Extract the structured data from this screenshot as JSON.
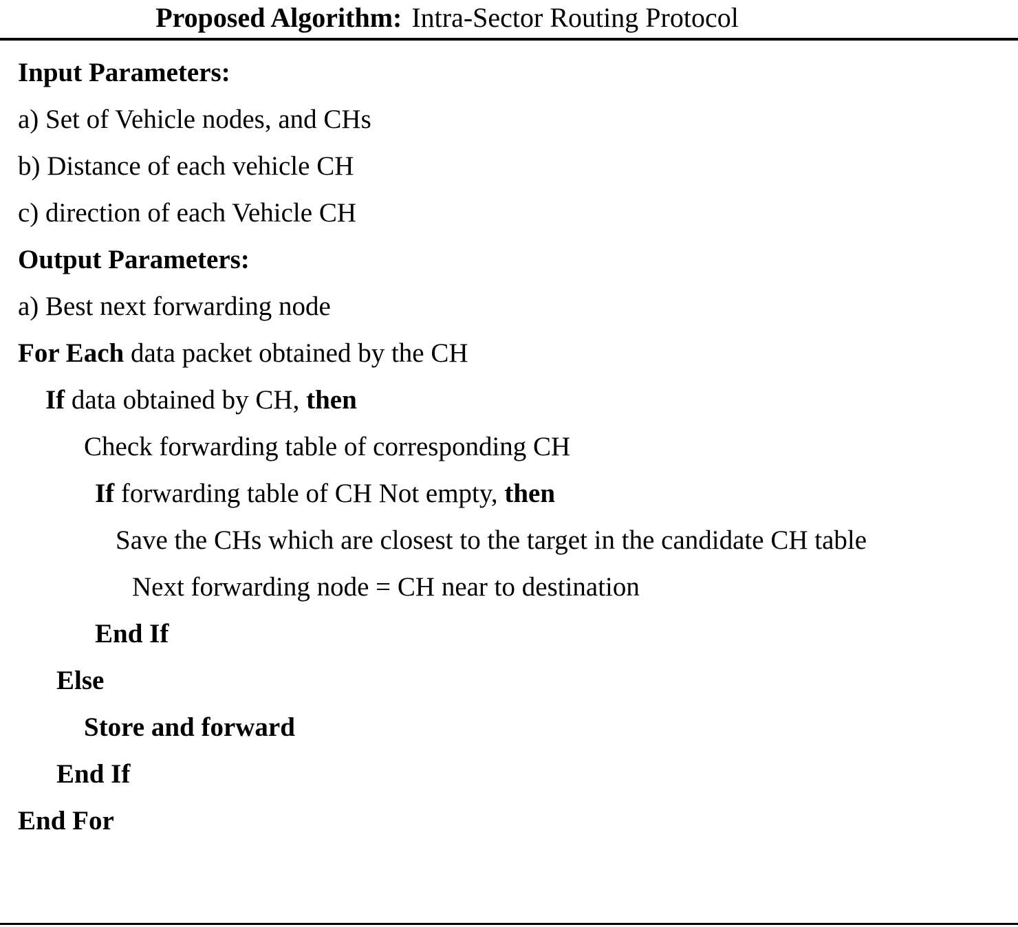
{
  "title": {
    "label_bold": "Proposed Algorithm:",
    "label_normal": "Intra-Sector Routing Protocol"
  },
  "colors": {
    "text": "#000000",
    "background": "#ffffff",
    "rule": "#000000"
  },
  "body": {
    "lines": [
      {
        "indent": 0,
        "bold_all": true,
        "pre": "Input Parameters:",
        "mid": "",
        "post": ""
      },
      {
        "indent": 0,
        "bold_all": false,
        "pre": "",
        "mid": "a) Set of Vehicle nodes, and CHs",
        "post": ""
      },
      {
        "indent": 0,
        "bold_all": false,
        "pre": "",
        "mid": "b) Distance of each vehicle CH",
        "post": ""
      },
      {
        "indent": 0,
        "bold_all": false,
        "pre": "",
        "mid": "c) direction of each Vehicle CH",
        "post": ""
      },
      {
        "indent": 0,
        "bold_all": true,
        "pre": "Output Parameters:",
        "mid": "",
        "post": ""
      },
      {
        "indent": 0,
        "bold_all": false,
        "pre": "",
        "mid": "a) Best next forwarding node",
        "post": ""
      },
      {
        "indent": 0,
        "bold_all": false,
        "pre": "For Each",
        "mid": " data packet obtained by the CH",
        "post": ""
      },
      {
        "indent": 1,
        "bold_all": false,
        "pre": "If",
        "mid": " data obtained by CH, ",
        "post": "then"
      },
      {
        "indent": 3,
        "bold_all": false,
        "pre": "",
        "mid": "Check forwarding table of corresponding CH",
        "post": ""
      },
      {
        "indent": 4,
        "bold_all": false,
        "pre": "If",
        "mid": " forwarding table of CH Not empty, ",
        "post": "then"
      },
      {
        "indent": 5,
        "bold_all": false,
        "pre": "",
        "mid": "Save the CHs which are closest to the target in the candidate CH table",
        "post": ""
      },
      {
        "indent": 6,
        "bold_all": false,
        "pre": "",
        "mid": "Next forwarding node = CH near to destination",
        "post": ""
      },
      {
        "indent": 4,
        "bold_all": true,
        "pre": "End If",
        "mid": "",
        "post": ""
      },
      {
        "indent": 2,
        "bold_all": true,
        "pre": "Else",
        "mid": "",
        "post": ""
      },
      {
        "indent": 3,
        "bold_all": true,
        "pre": "Store and forward",
        "mid": "",
        "post": ""
      },
      {
        "indent": 2,
        "bold_all": true,
        "pre": "End If",
        "mid": "",
        "post": ""
      },
      {
        "indent": 0,
        "bold_all": true,
        "pre": "End For",
        "mid": "",
        "post": ""
      }
    ]
  }
}
